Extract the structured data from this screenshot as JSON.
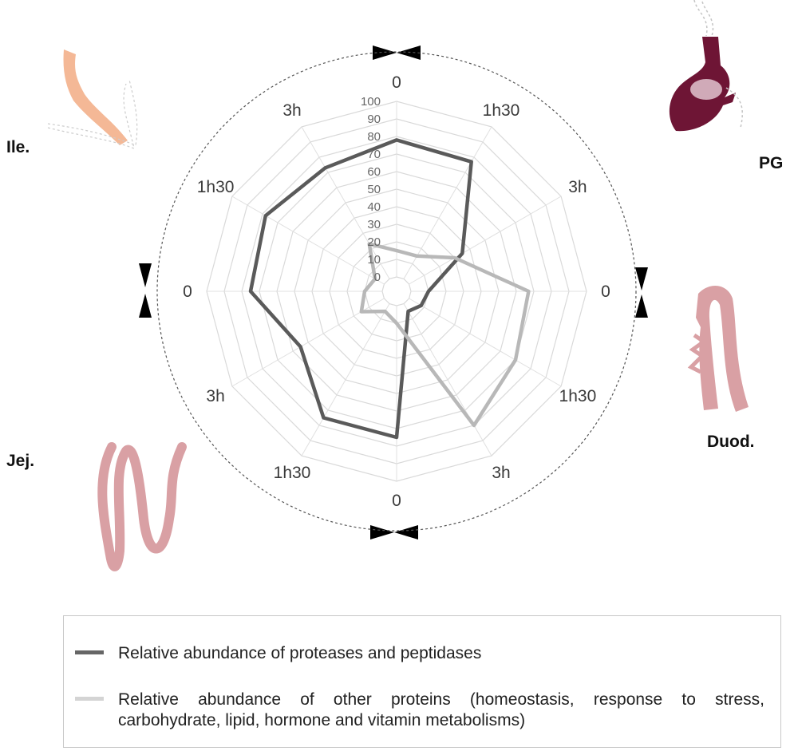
{
  "chart_data": {
    "type": "radar",
    "spokes": [
      "0",
      "1h30",
      "3h",
      "0",
      "1h30",
      "3h",
      "0",
      "1h30",
      "3h",
      "0",
      "1h30",
      "3h"
    ],
    "segments": [
      "PG",
      "Duod.",
      "Jej.",
      "Ile."
    ],
    "radial_ticks": [
      "0",
      "10",
      "20",
      "30",
      "40",
      "50",
      "60",
      "70",
      "80",
      "90",
      "100"
    ],
    "rlim": [
      0,
      100
    ],
    "grid": true,
    "series": [
      {
        "name": "Relative abundance of proteases and peptidases",
        "values": [
          78,
          77,
          35,
          10,
          8,
          5,
          75,
          75,
          55,
          75,
          78,
          73
        ]
      },
      {
        "name": "Relative abundance of other proteins (homeostasis, response to stress, carbohydrate, lipid, hormone and vitamin metabolisms)",
        "values": [
          15,
          15,
          30,
          67,
          70,
          80,
          10,
          5,
          15,
          10,
          6,
          23
        ]
      }
    ],
    "colors": [
      "#5a5a5a",
      "#b8b8b8"
    ]
  },
  "organs": {
    "pg": "PG",
    "duod": "Duod.",
    "jej": "Jej.",
    "ile": "Ile."
  },
  "legend": {
    "proteases": "Relative abundance of proteases and peptidases",
    "other_line1": "Relative abundance of other proteins (homeostasis, response to stress,",
    "other_line2": "carbohydrate, lipid, hormone and vitamin metabolisms)"
  },
  "icons": {
    "stomach": "stomach-illustration",
    "duodenum": "duodenum-illustration",
    "jejunum": "jejunum-illustration",
    "ileum": "ileum-illustration",
    "marker": "bowtie-marker"
  }
}
